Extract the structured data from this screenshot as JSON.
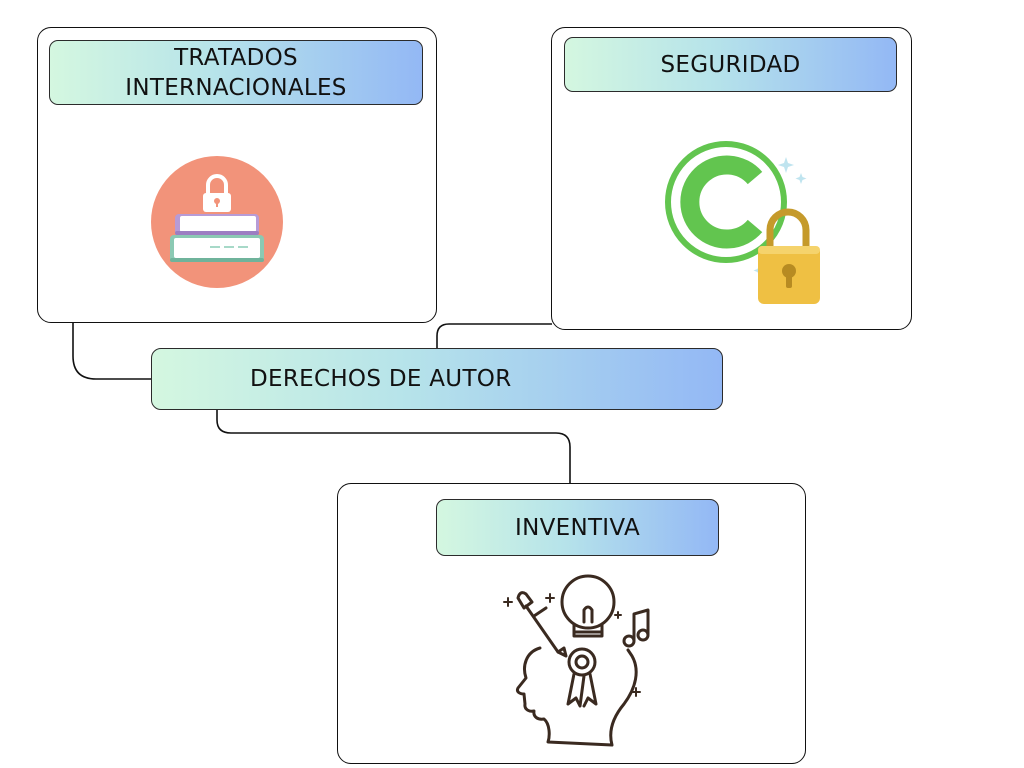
{
  "central": {
    "label": "DERECHOS DE AUTOR"
  },
  "nodes": {
    "tratados": {
      "label_line1": "TRATADOS",
      "label_line2": "INTERNACIONALES",
      "icon": "locked-books-icon"
    },
    "seguridad": {
      "label": "SEGURIDAD",
      "icon": "copyright-padlock-icon"
    },
    "inventiva": {
      "label": "INVENTIVA",
      "icon": "creative-head-icon"
    }
  },
  "colors": {
    "pill_gradient_start": "#d4f7e0",
    "pill_gradient_end": "#93b8f5",
    "books_circle": "#f2937a",
    "copyright_green": "#62c54f",
    "padlock_gold": "#efc043",
    "line_art": "#3a2a20"
  }
}
